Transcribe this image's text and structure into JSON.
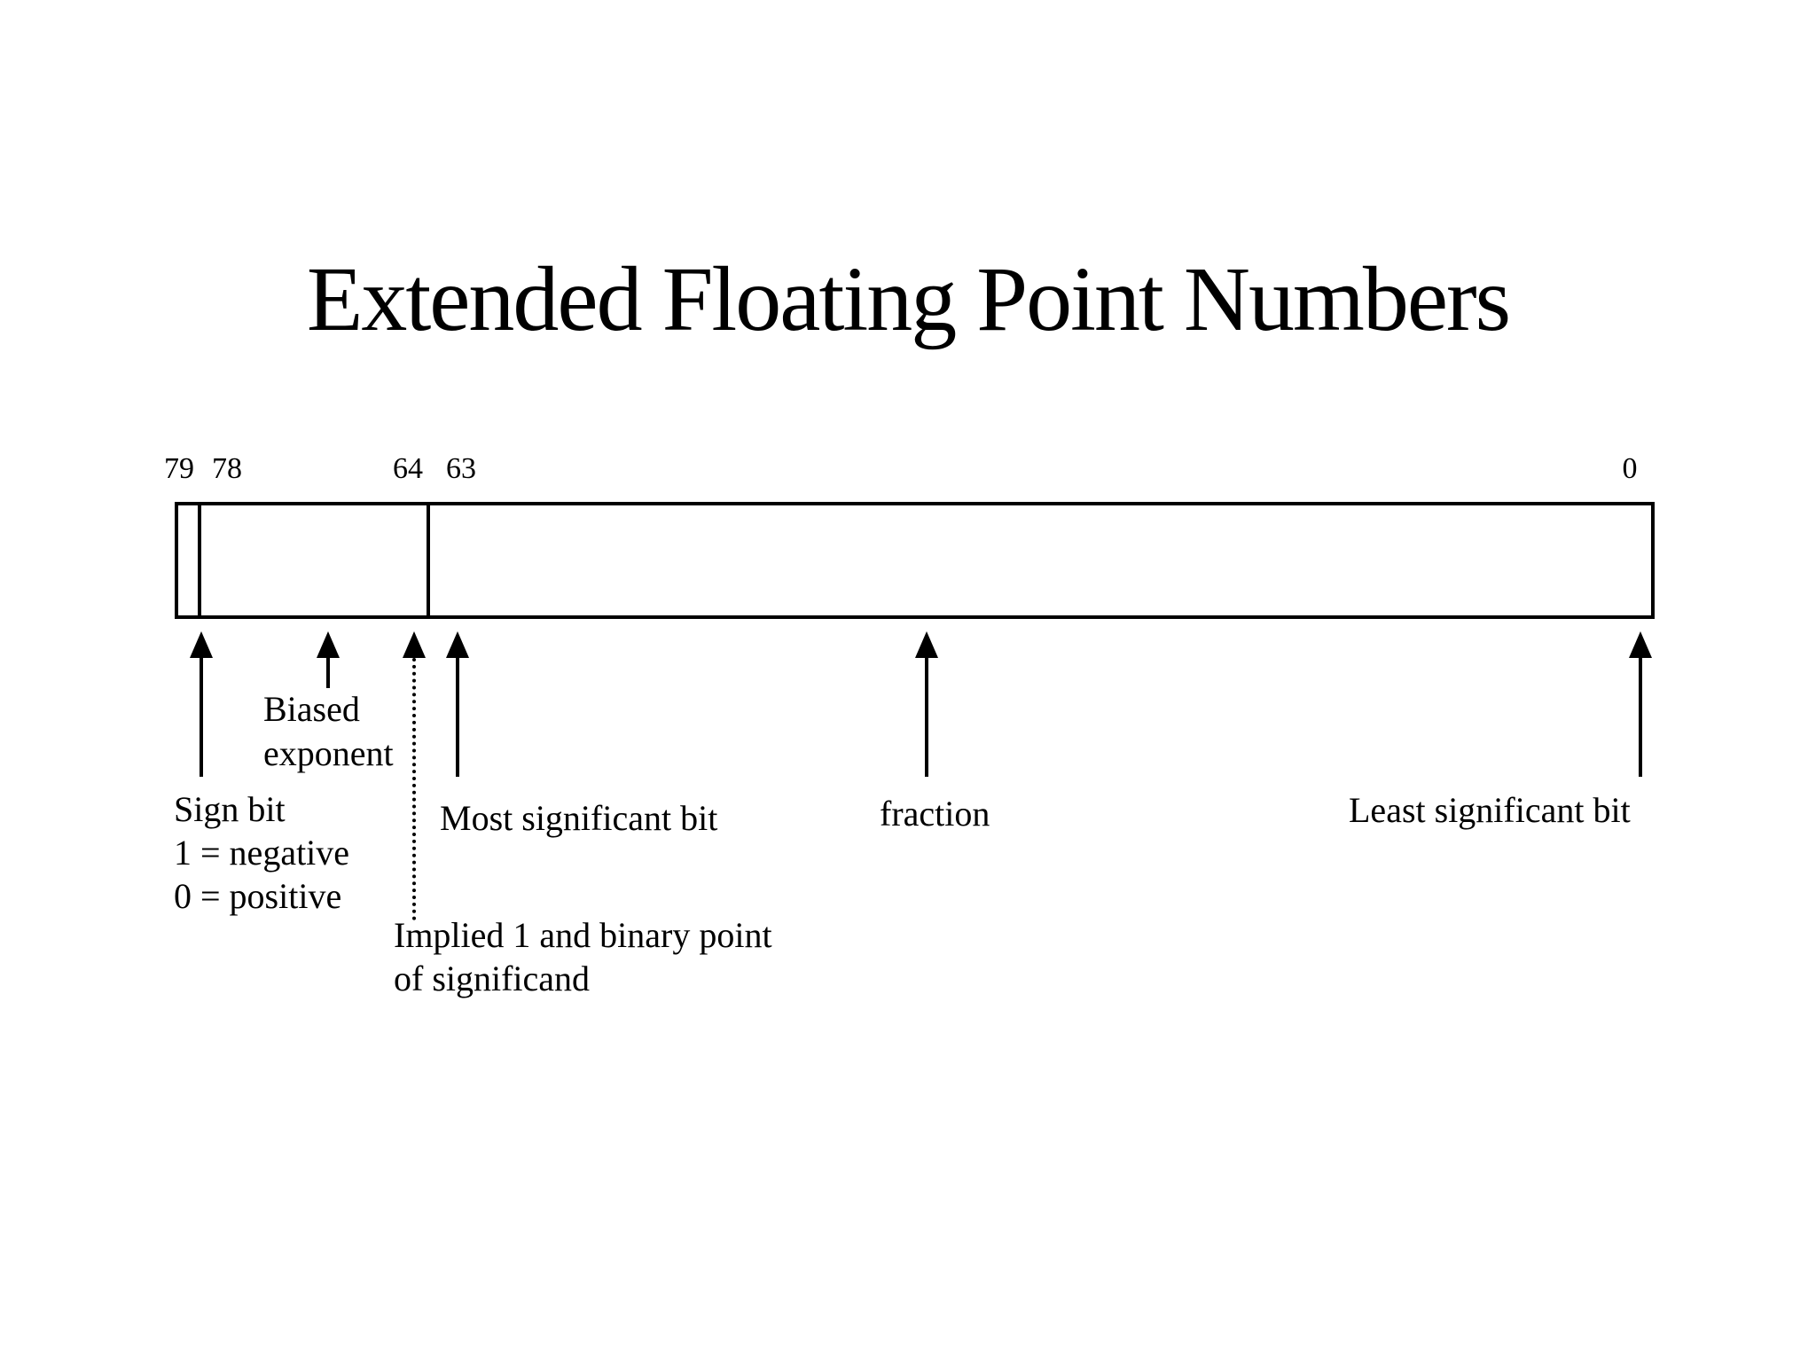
{
  "title": "Extended Floating Point Numbers",
  "colors": {
    "ink": "#000000",
    "background": "#ffffff"
  },
  "bit_field": {
    "bit_labels": {
      "b79": "79",
      "b78": "78",
      "b64": "64",
      "b63": "63",
      "b0": "0"
    }
  },
  "annotations": {
    "sign_bit": {
      "line1": "Sign bit",
      "line2": "1 = negative",
      "line3": "0 = positive"
    },
    "biased_exponent": {
      "line1": "Biased",
      "line2": "exponent"
    },
    "most_significant_bit": "Most significant bit",
    "implied_point": {
      "line1": "Implied 1 and binary point",
      "line2": "of significand"
    },
    "fraction": "fraction",
    "least_significant_bit": "Least significant bit"
  }
}
